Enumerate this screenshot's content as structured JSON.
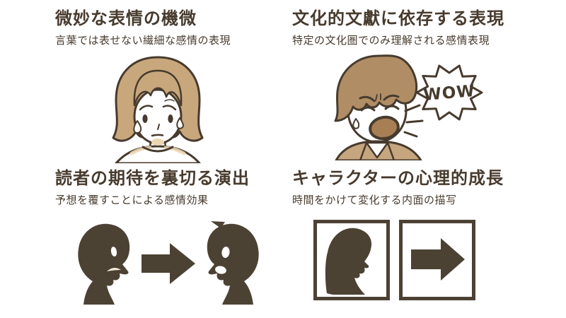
{
  "page": {
    "background": "#ffffff",
    "language": "ja"
  },
  "colors": {
    "ink": "#473b2e",
    "silhouette": "#4c4234",
    "hair_tan": "#c9a77c",
    "hair_brown": "#b18d66",
    "jacket_tan": "#c6a67f",
    "skin_shade": "#ecd6b4",
    "mouth_brown": "#a87f55",
    "paper": "#ffffff"
  },
  "panels": [
    {
      "id": "subtle-expressions",
      "title": "微妙な表情の機微",
      "subtitle": "言葉では表せない繊細な感情の表現",
      "illustration": "worried-woman-portrait"
    },
    {
      "id": "culture-dependent-expression",
      "title": "文化的文獻に依存する表現",
      "subtitle": "特定の文化圏でのみ理解される感情表現",
      "illustration": "shouting-man-with-speech-bubble",
      "speech_bubble_text": "WOW"
    },
    {
      "id": "expectation-subversion",
      "title": "読者の期待を裏切る演出",
      "subtitle": "予想を覆すことによる感情効果",
      "illustration": "two-profile-silhouettes-with-arrow"
    },
    {
      "id": "psychological-growth",
      "title": "キャラクターの心理的成長",
      "subtitle": "時間をかけて変化する内面の描写",
      "illustration": "framed-silhouette-then-arrow"
    }
  ]
}
